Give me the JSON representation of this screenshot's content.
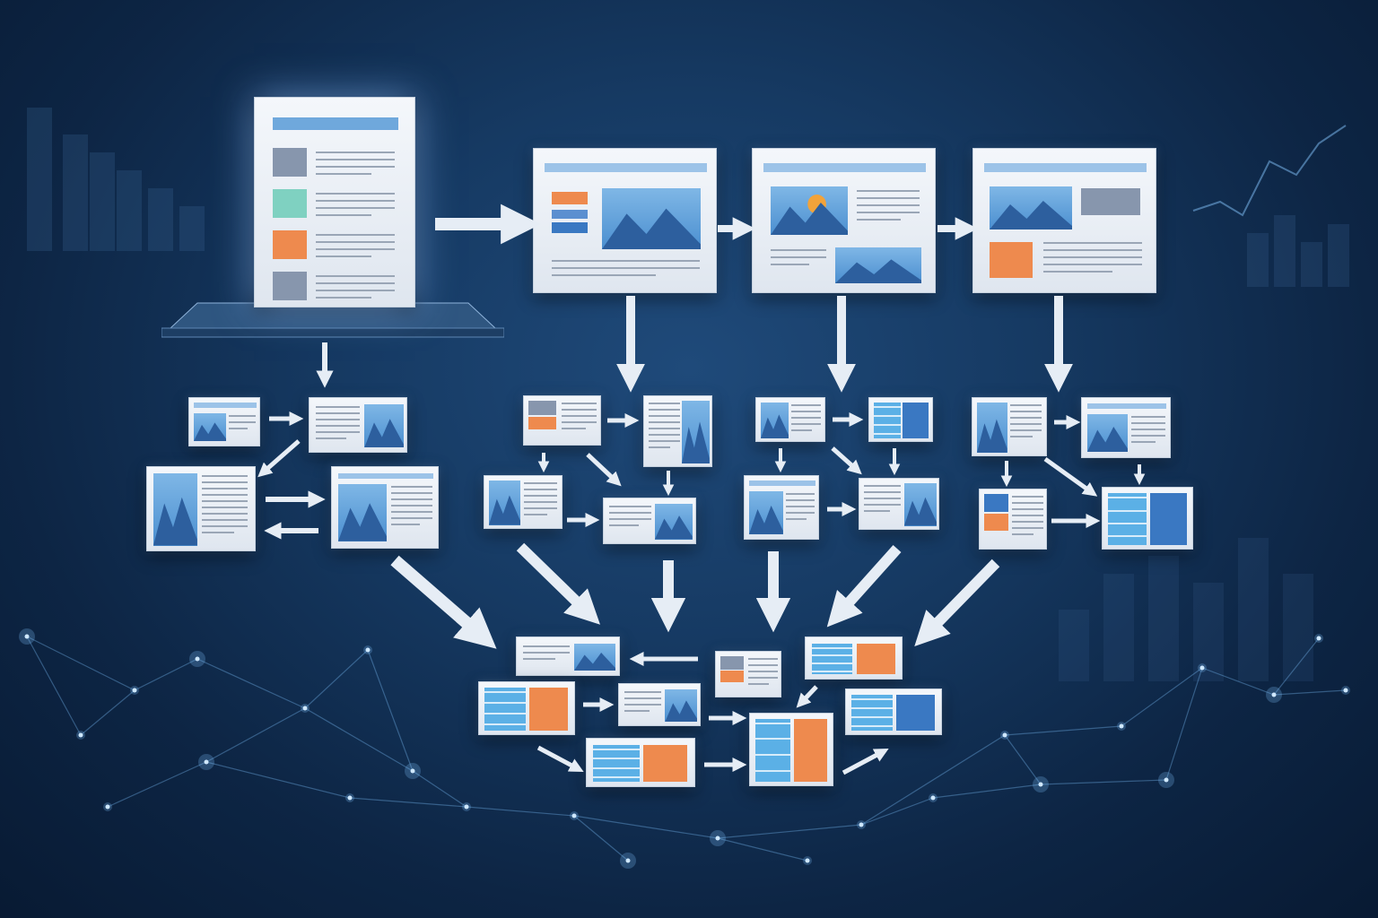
{
  "colors": {
    "background": "#163a63",
    "card": "#f4f7fb",
    "header_bar": "#6fa8dc",
    "line": "#9aa6b6",
    "blue": "#3a78c2",
    "light_blue": "#5bb0e6",
    "orange": "#ee8a4e",
    "teal": "#7fd1c1",
    "slate": "#8796ad",
    "arrow": "#e6edf5",
    "network": "#7fc4ff"
  },
  "source_document": {
    "blocks": [
      "slate",
      "teal",
      "orange",
      "slate"
    ]
  },
  "stage_pages": [
    {
      "blocks": [
        "orange",
        "blue",
        "image"
      ]
    },
    {
      "blocks": [
        "image-sun",
        "image"
      ]
    },
    {
      "blocks": [
        "image",
        "slate",
        "orange"
      ]
    }
  ]
}
